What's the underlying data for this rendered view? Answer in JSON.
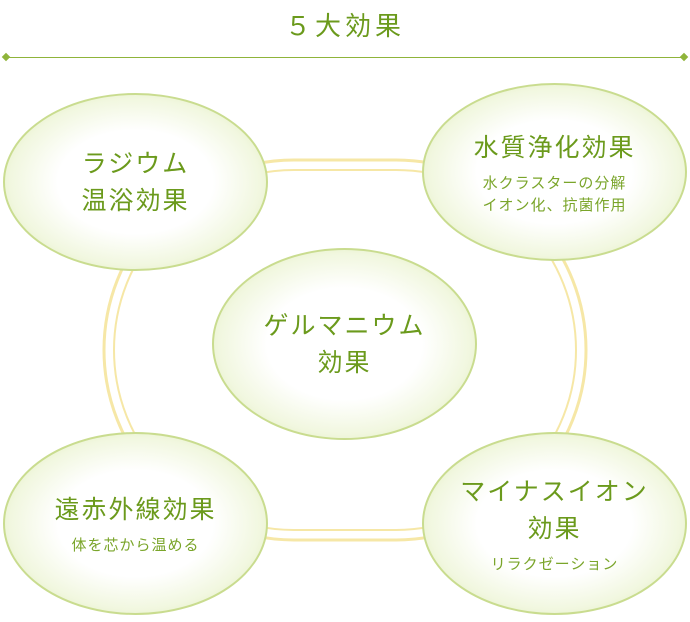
{
  "title": "５大効果",
  "bubbles": {
    "radium": {
      "lines": [
        "ラジウム",
        "温浴効果"
      ]
    },
    "water": {
      "title": "水質浄化効果",
      "sub": [
        "水クラスターの分解",
        "イオン化、抗菌作用"
      ]
    },
    "germanium": {
      "lines": [
        "ゲルマニウム",
        "効果"
      ]
    },
    "infrared": {
      "title": "遠赤外線効果",
      "sub": "体を芯から温める"
    },
    "minus_ion": {
      "lines": [
        "マイナスイオン",
        "効果"
      ],
      "sub": "リラクゼーション"
    }
  },
  "colors": {
    "text": "#6b9a1c",
    "bubble_edge": "#c5dc85",
    "ring": "#f6e7a6",
    "line": "#8fb43a"
  }
}
